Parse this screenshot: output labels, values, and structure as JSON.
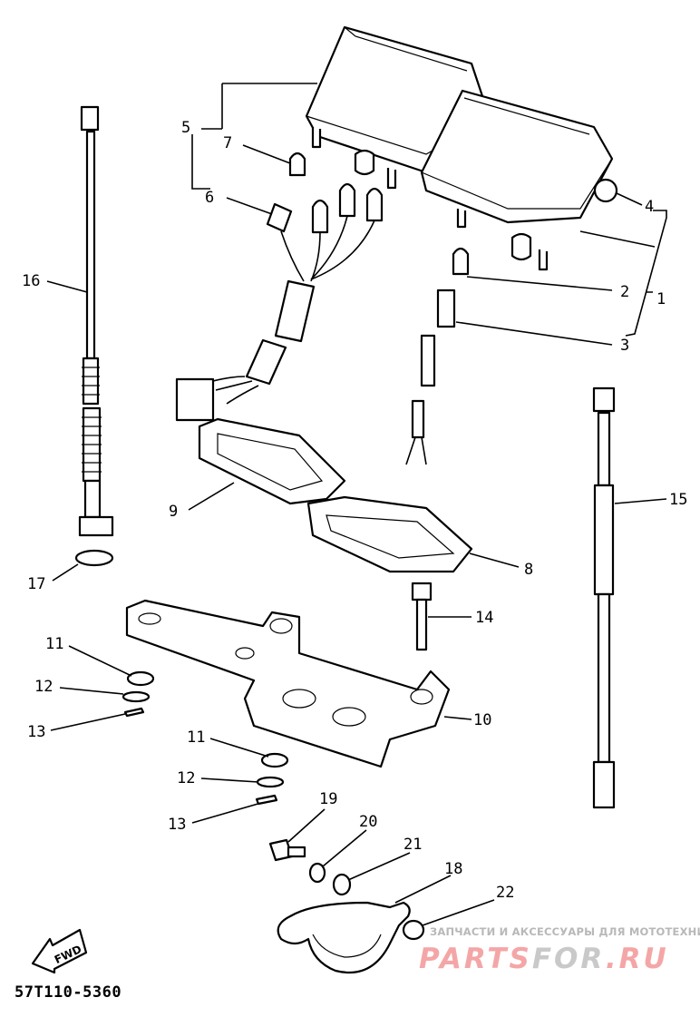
{
  "diagram": {
    "title_code": "57T110-5360",
    "fwd_label": "FWD",
    "callouts": {
      "c1": "1",
      "c2": "2",
      "c3": "3",
      "c4": "4",
      "c5": "5",
      "c6": "6",
      "c7": "7",
      "c8": "8",
      "c9": "9",
      "c10": "10",
      "c11a": "11",
      "c11b": "11",
      "c12a": "12",
      "c12b": "12",
      "c13a": "13",
      "c13b": "13",
      "c14": "14",
      "c15": "15",
      "c16": "16",
      "c17": "17",
      "c18": "18",
      "c19": "19",
      "c20": "20",
      "c21": "21",
      "c22": "22"
    }
  },
  "watermark": {
    "tagline": "ЗАПЧАСТИ И АКСЕССУАРЫ ДЛЯ МОТОТЕХНИКИ",
    "brand_part1": "PARTS",
    "brand_part2": "FOR",
    "brand_part3": ".RU"
  }
}
